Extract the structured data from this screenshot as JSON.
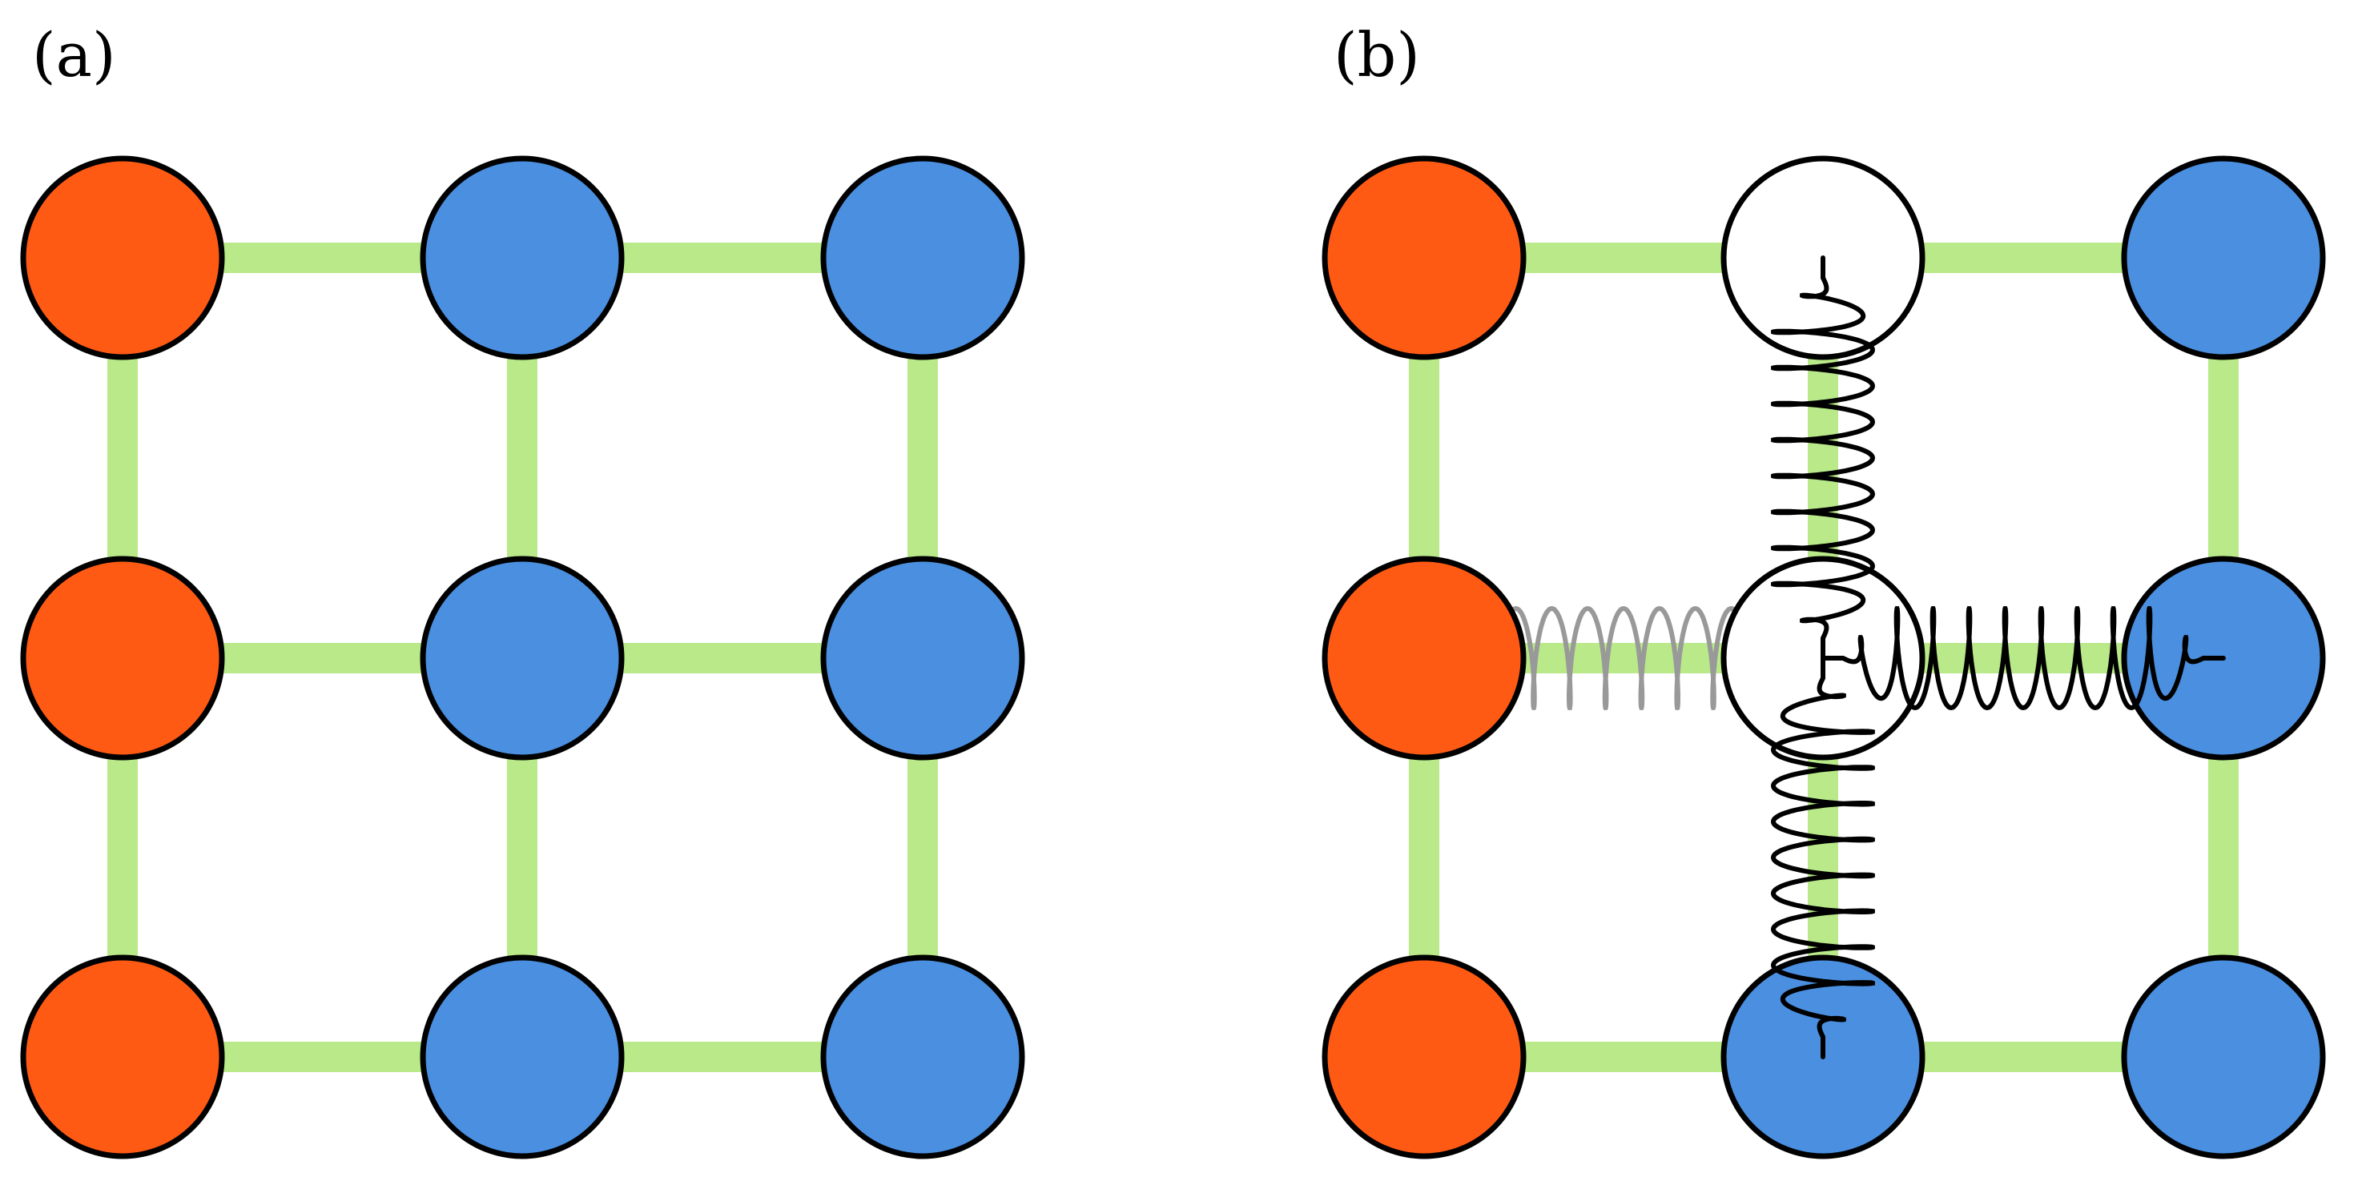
{
  "panels": [
    {
      "label": "(a)",
      "grid": [
        [
          "red",
          "blue",
          "blue"
        ],
        [
          "red",
          "blue",
          "blue"
        ],
        [
          "red",
          "blue",
          "blue"
        ]
      ]
    },
    {
      "label": "(b)",
      "grid": [
        [
          "red",
          "empty",
          "blue"
        ],
        [
          "red",
          "empty",
          "blue"
        ],
        [
          "red",
          "blue",
          "blue"
        ]
      ],
      "springs": [
        {
          "from": [
            1,
            1
          ],
          "to": [
            0,
            1
          ],
          "color": "black"
        },
        {
          "from": [
            1,
            1
          ],
          "to": [
            2,
            1
          ],
          "color": "black"
        },
        {
          "from": [
            1,
            1
          ],
          "to": [
            1,
            0
          ],
          "color": "gray"
        },
        {
          "from": [
            1,
            1
          ],
          "to": [
            1,
            2
          ],
          "color": "black"
        }
      ]
    }
  ],
  "colors": {
    "red": "#ff5a14",
    "blue": "#4a8fe0",
    "empty": "#ffffff",
    "bond": "#b9e989",
    "outline": "#000000",
    "spring_black": "#000000",
    "spring_gray": "#999999"
  }
}
